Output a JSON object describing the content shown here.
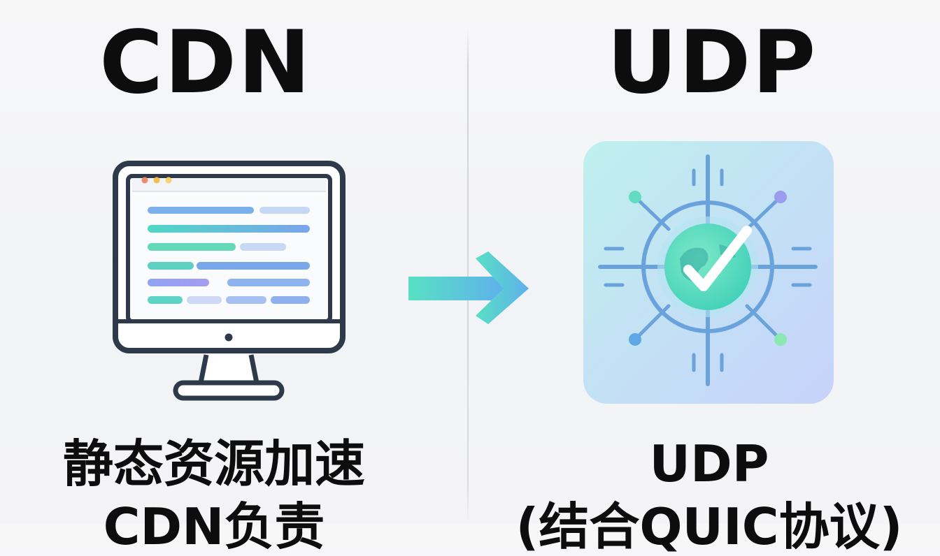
{
  "left": {
    "title": "CDN",
    "caption_line1": "静态资源加速",
    "caption_line2": "CDN负责"
  },
  "right": {
    "title": "UDP",
    "caption_line1": "UDP",
    "caption_line2": "(结合QUIC协议)"
  },
  "icons": {
    "left_illustration": "monitor-icon",
    "connector": "arrow-right-icon",
    "right_illustration": "network-check-icon"
  },
  "colors": {
    "outline": "#2e3a4a",
    "teal": "#4fd8c4",
    "blue": "#6aa8e8",
    "purple": "#9c9cf0",
    "icon_bg_start": "#bfeff0",
    "icon_bg_end": "#c8d6fb"
  }
}
